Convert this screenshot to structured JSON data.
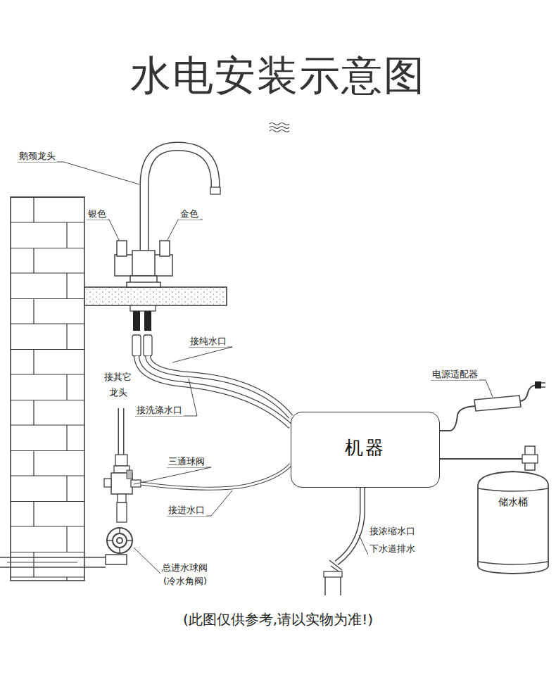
{
  "diagram": {
    "title": "水电安装示意图",
    "caption": "(此图仅供参考,请以实物为准!)",
    "nodes": [
      {
        "text": [
          "机器"
        ]
      },
      {
        "text": [
          "储水桶"
        ]
      }
    ],
    "edges": [
      {
        "from": 0,
        "to": 1,
        "arrow": "none"
      }
    ],
    "labels": [
      "鹅颈龙头",
      "银色",
      "金色",
      "接纯水口",
      "接其它龙头",
      "接洗涤水口",
      "三通球阀",
      "接进水口",
      "接浓缩水口",
      "下水道排水",
      "总进水球阀",
      "(冷水角阀)",
      "电源适配器"
    ]
  }
}
